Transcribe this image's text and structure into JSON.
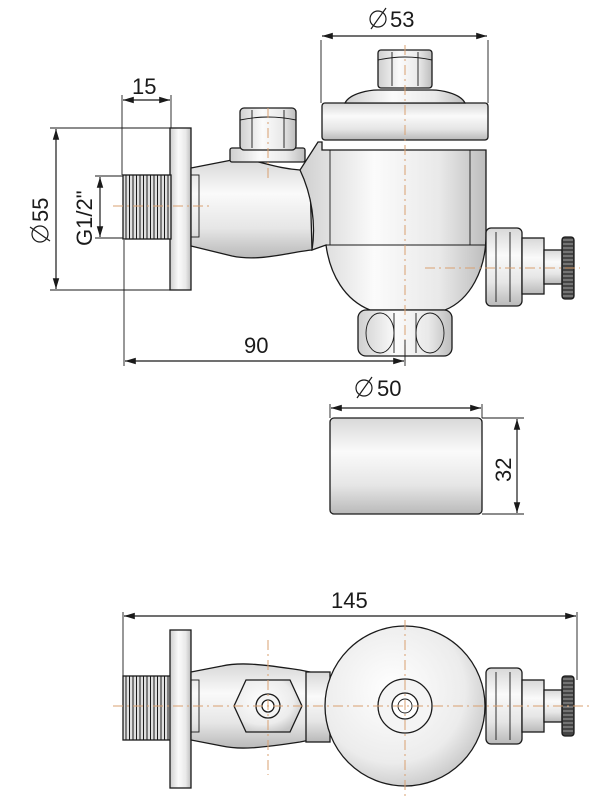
{
  "dimensions": {
    "width_top": "53",
    "flange_thickness": "15",
    "flange_diameter": "55",
    "thread_size": "G1/2\"",
    "length_to_axis": "90",
    "cap_diameter": "50",
    "cap_height": "32",
    "total_length": "145"
  },
  "colors": {
    "line": "#1a1a1a",
    "centerline": "#d9a070",
    "body_light": "#f2f2f2",
    "body_shade": "#c8c8c8"
  }
}
